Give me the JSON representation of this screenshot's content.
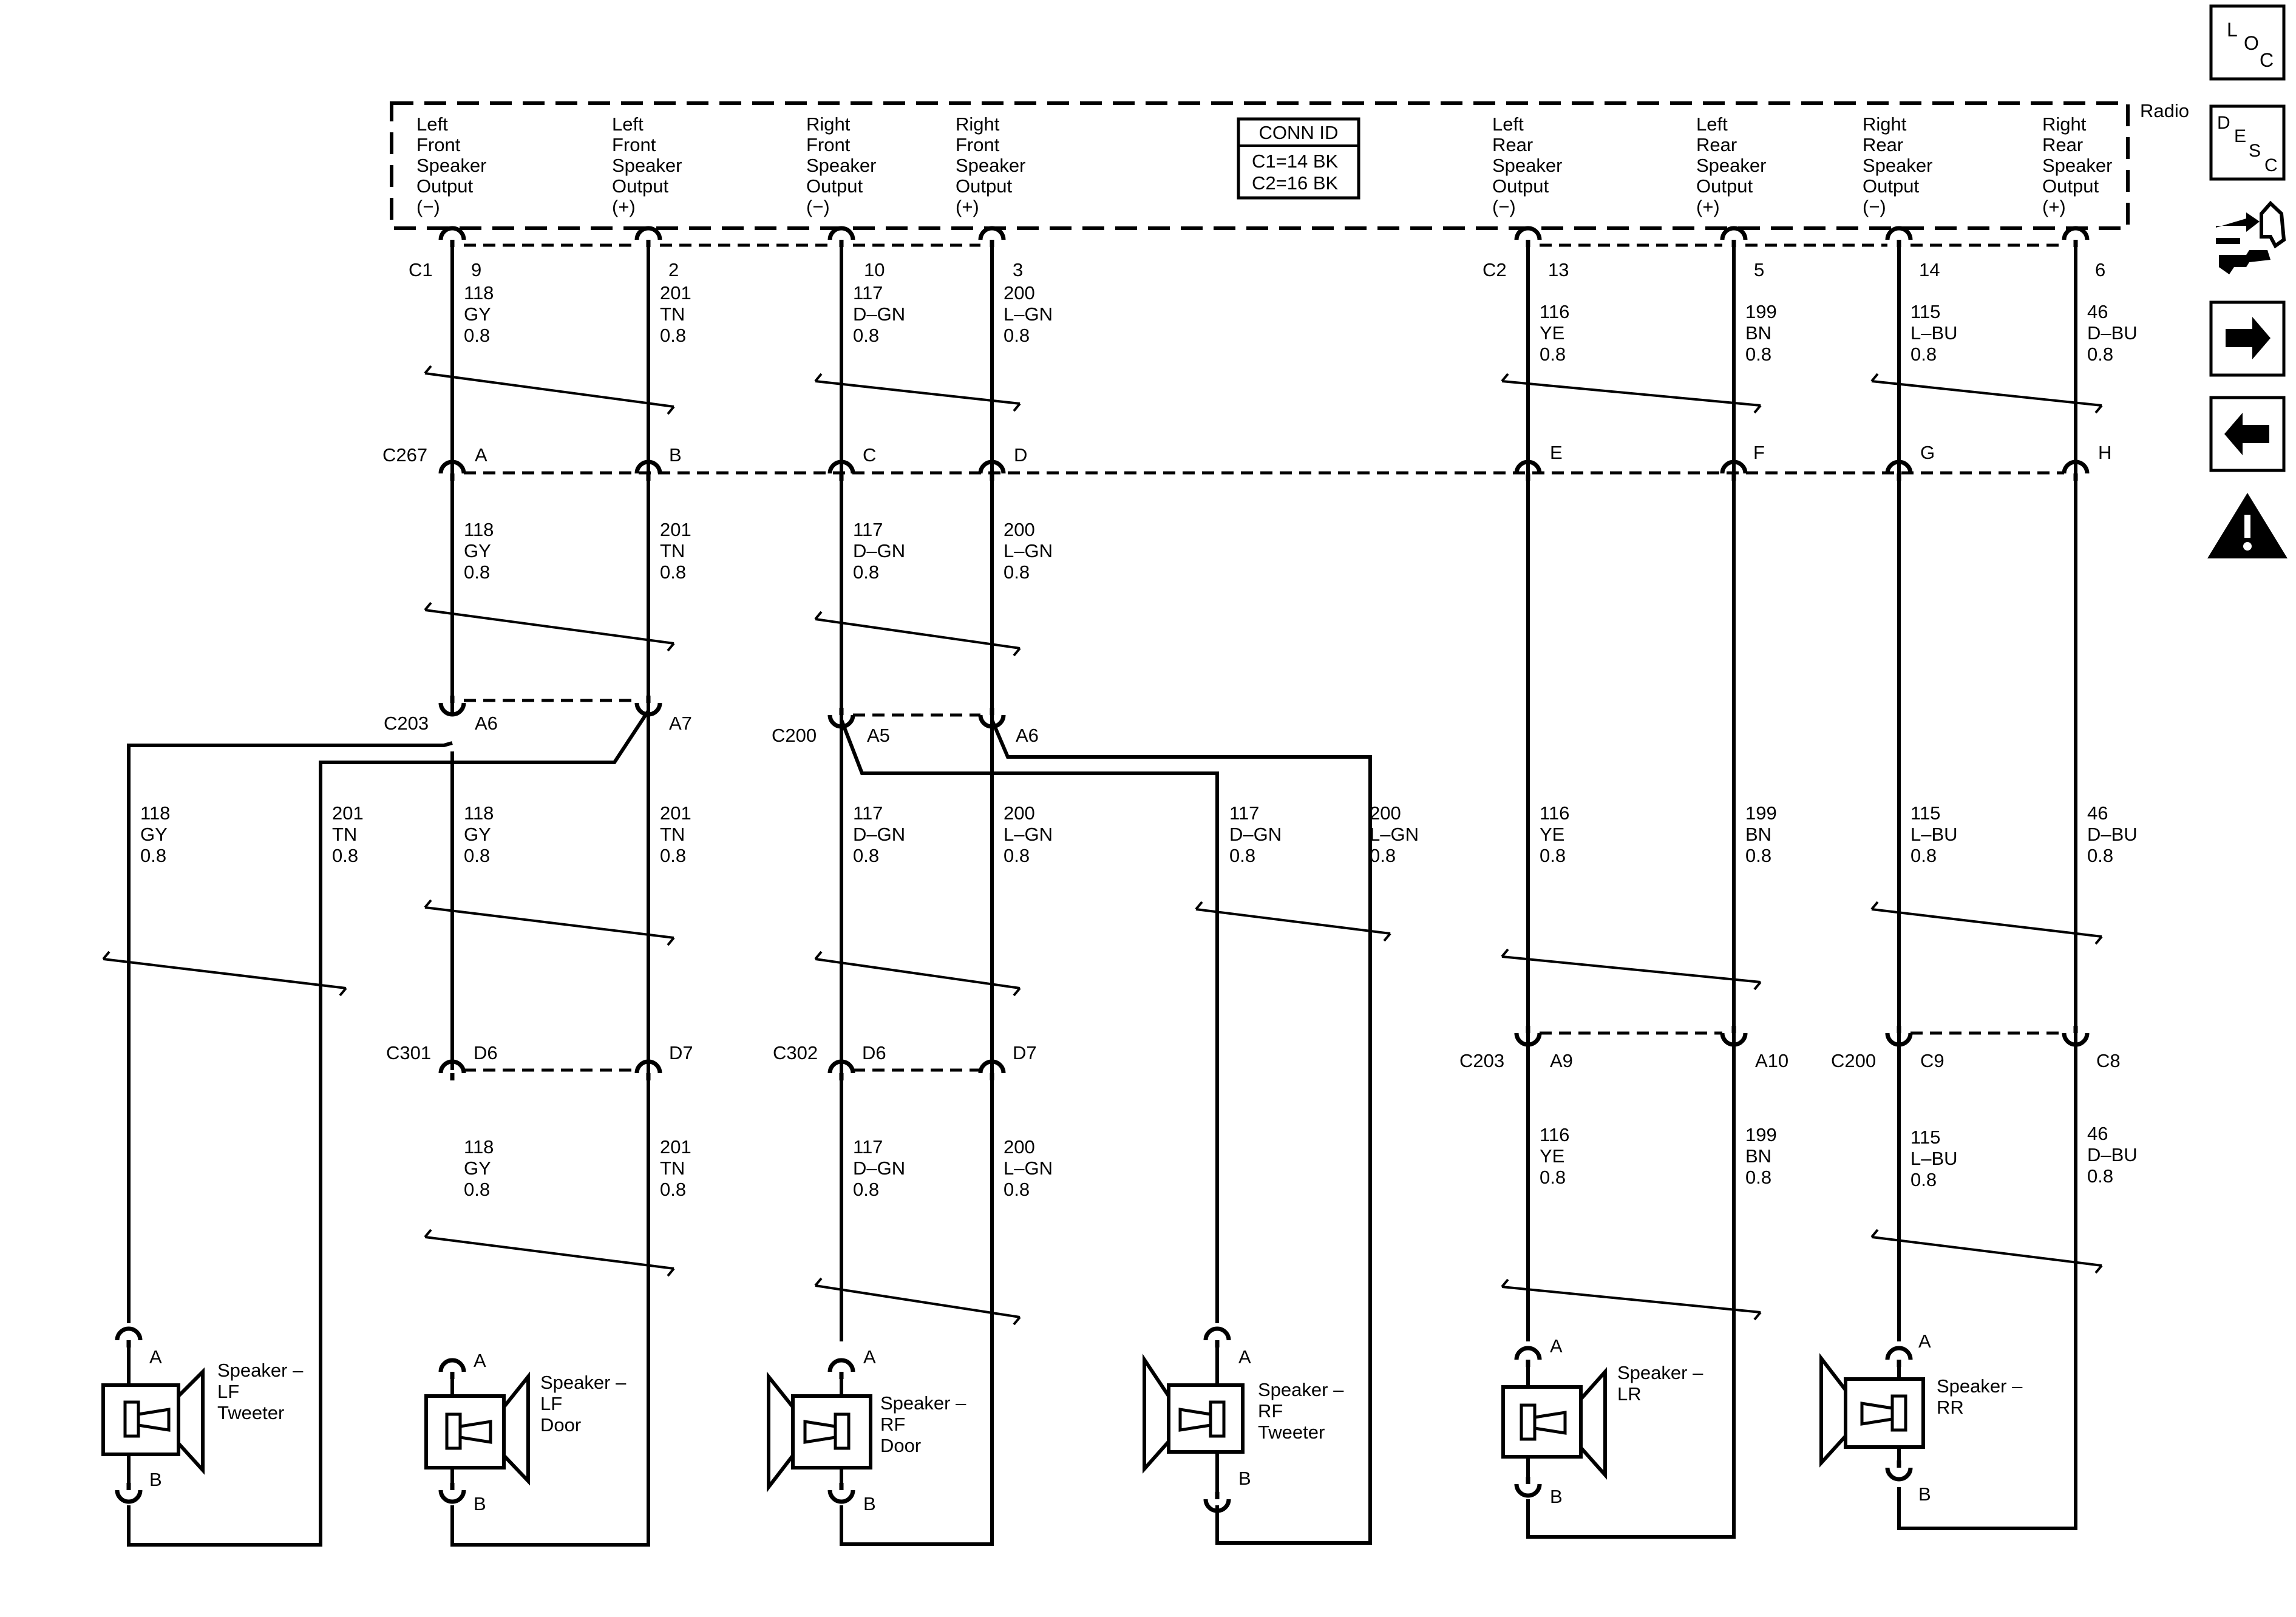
{
  "radio": {
    "label": "Radio",
    "conn_id": {
      "title": "CONN ID",
      "line1": "C1=14 BK",
      "line2": "C2=16 BK"
    },
    "outputs": [
      {
        "lines": [
          "Left",
          "Front",
          "Speaker",
          "Output",
          "(−)"
        ]
      },
      {
        "lines": [
          "Left",
          "Front",
          "Speaker",
          "Output",
          "(+)"
        ]
      },
      {
        "lines": [
          "Right",
          "Front",
          "Speaker",
          "Output",
          "(−)"
        ]
      },
      {
        "lines": [
          "Right",
          "Front",
          "Speaker",
          "Output",
          "(+)"
        ]
      },
      {
        "lines": [
          "Left",
          "Rear",
          "Speaker",
          "Output",
          "(−)"
        ]
      },
      {
        "lines": [
          "Left",
          "Rear",
          "Speaker",
          "Output",
          "(+)"
        ]
      },
      {
        "lines": [
          "Right",
          "Rear",
          "Speaker",
          "Output",
          "(−)"
        ]
      },
      {
        "lines": [
          "Right",
          "Rear",
          "Speaker",
          "Output",
          "(+)"
        ]
      }
    ]
  },
  "connectors": {
    "C1": "C1",
    "C2": "C2",
    "C267": "C267",
    "C203": "C203",
    "C200": "C200",
    "C301": "C301",
    "C302": "C302",
    "C203_rear": "C203",
    "C200_rear": "C200"
  },
  "pins": {
    "radio": [
      "9",
      "2",
      "10",
      "3",
      "13",
      "5",
      "14",
      "6"
    ],
    "c267": [
      "A",
      "B",
      "C",
      "D",
      "E",
      "F",
      "G",
      "H"
    ],
    "c203": [
      "A6",
      "A7"
    ],
    "c200": [
      "A5",
      "A6"
    ],
    "c301": [
      "D6",
      "D7"
    ],
    "c302": [
      "D6",
      "D7"
    ],
    "c203_rear": [
      "A9",
      "A10"
    ],
    "c200_rear": [
      "C9",
      "C8"
    ]
  },
  "wires": {
    "w118": [
      "118",
      "GY",
      "0.8"
    ],
    "w201": [
      "201",
      "TN",
      "0.8"
    ],
    "w117": [
      "117",
      "D–GN",
      "0.8"
    ],
    "w200": [
      "200",
      "L–GN",
      "0.8"
    ],
    "w116": [
      "116",
      "YE",
      "0.8"
    ],
    "w199": [
      "199",
      "BN",
      "0.8"
    ],
    "w115": [
      "115",
      "L–BU",
      "0.8"
    ],
    "w46": [
      "46",
      "D–BU",
      "0.8"
    ]
  },
  "speakers": {
    "lf_tweeter": [
      "Speaker –",
      "LF",
      "Tweeter"
    ],
    "lf_door": [
      "Speaker –",
      "LF",
      "Door"
    ],
    "rf_door": [
      "Speaker –",
      "RF",
      "Door"
    ],
    "rf_tweeter": [
      "Speaker –",
      "RF",
      "Tweeter"
    ],
    "lr": [
      "Speaker –",
      "LR"
    ],
    "rr": [
      "Speaker –",
      "RR"
    ]
  },
  "speaker_terminals": {
    "a": "A",
    "b": "B"
  },
  "nav": {
    "loc": [
      "L",
      "O",
      "C"
    ],
    "desc": [
      "D",
      "E",
      "S",
      "C"
    ],
    "icons": [
      "connector-tools-icon",
      "next-arrow-icon",
      "back-arrow-icon",
      "warning-icon"
    ]
  }
}
